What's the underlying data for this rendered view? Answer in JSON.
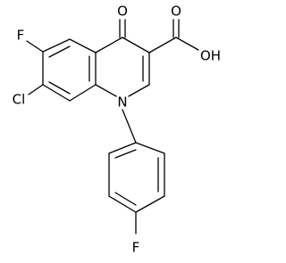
{
  "molecule": {
    "atoms": {
      "oxo_o": "O",
      "acid_o": "O",
      "acid_oh": "OH",
      "ring_f": "F",
      "ring_cl": "Cl",
      "ring_n": "N",
      "para_f": "F"
    }
  }
}
